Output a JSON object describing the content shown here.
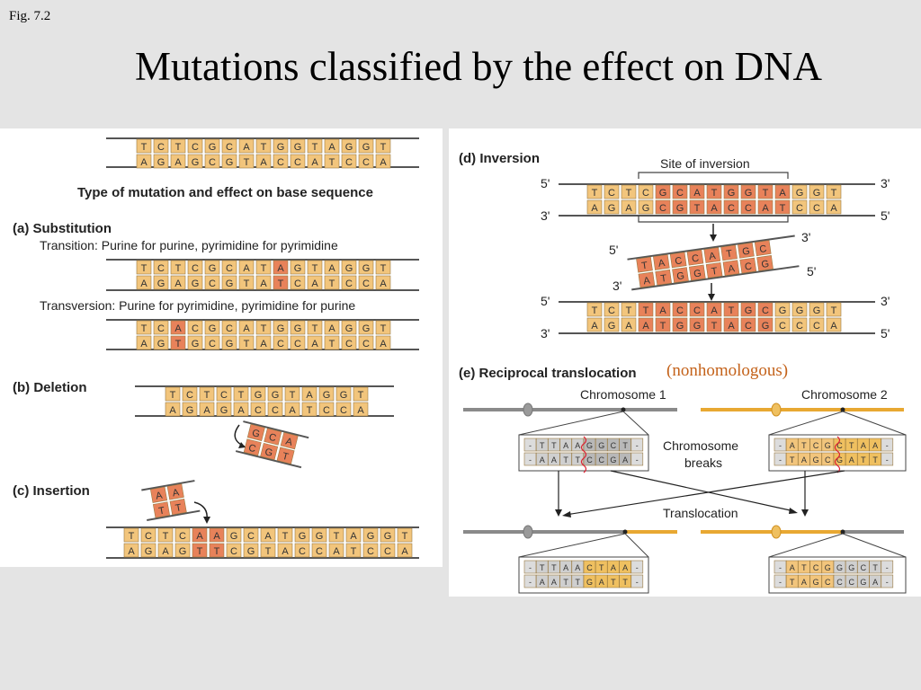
{
  "slide": {
    "fig_label": "Fig. 7.2",
    "title": "Mutations classified by the effect on DNA"
  },
  "left": {
    "heading": "Type of mutation and effect on base sequence",
    "substitution": {
      "label": "(a)  Substitution",
      "transition_text": "Transition: Purine for purine, pyrimidine for pyrimidine",
      "transversion_text": "Transversion: Purine for pyrimidine, pyrimidine for purine"
    },
    "deletion_label": "(b)  Deletion",
    "insertion_label": "(c)  Insertion"
  },
  "right": {
    "inversion_label": "(d)  Inversion",
    "site_label": "Site of inversion",
    "end5": "5'",
    "end3": "3'",
    "translocation_label": "(e)  Reciprocal translocation",
    "nonhomologous": "(nonhomologous)",
    "chromosome1": "Chromosome 1",
    "chromosome2": "Chromosome 2",
    "breaks_line1": "Chromosome",
    "breaks_line2": "breaks",
    "translocation": "Translocation"
  },
  "colors": {
    "base_normal": "#f2c57c",
    "base_changed": "#e8825a",
    "chromosome1": "#8a8a8a",
    "chromosome2": "#e8a832",
    "note": "#c4621a"
  },
  "sequences": {
    "original": {
      "top": "TCTCGCATGGTAGGT",
      "bottom": "AGAGCGTACCATCCA",
      "changed": []
    },
    "transition": {
      "top": "TCTCGCATAGTAGGT",
      "bottom": "AGAGCGTATCATCCA",
      "changed": [
        8
      ]
    },
    "transversion": {
      "top": "TCACGCATGGTAGGT",
      "bottom": "AGTGCGTACCATCCA",
      "changed": [
        2
      ]
    },
    "deletion": {
      "top": "TCTCTGGTAGGT",
      "bottom": "AGAGACCATCCA",
      "changed": []
    },
    "deleted_frag": {
      "top": "GCA",
      "bottom": "CGT",
      "changed": [
        0,
        1,
        2
      ]
    },
    "insert_frag": {
      "top": "AA",
      "bottom": "TT",
      "changed": [
        0,
        1
      ]
    },
    "insertion": {
      "top": "TCTCAAGCATGGTAGGT",
      "bottom": "AGAGTTCGTACCATCCA",
      "changed": [
        4,
        5
      ]
    },
    "inv_original": {
      "top": "TCTCGCATGGTAGGT",
      "bottom": "AGAGCGTACCATCCA",
      "changed": [
        4,
        5,
        6,
        7,
        8,
        9,
        10,
        11
      ]
    },
    "inv_fragment": {
      "top": "TACCATGC",
      "bottom": "ATGGTACG",
      "changed": [
        0,
        1,
        2,
        3,
        4,
        5,
        6,
        7
      ]
    },
    "inv_result": {
      "top": "TCTTACCATGCGGGT",
      "bottom": "AGAATGGTACGCCCA",
      "changed": [
        3,
        4,
        5,
        6,
        7,
        8,
        9,
        10
      ]
    },
    "chr1_before": {
      "top": "-TTAAGGCT-",
      "bottom": "-AATTCCGA-"
    },
    "chr2_before": {
      "top": "-ATCGCTAA-",
      "bottom": "-TAGCGATT-"
    },
    "chr1_after": {
      "top": "-TTAACTAA-",
      "bottom": "-AATTGATT-"
    },
    "chr2_after": {
      "top": "-ATCGGGCT-",
      "bottom": "-TAGCCCGA-"
    }
  }
}
